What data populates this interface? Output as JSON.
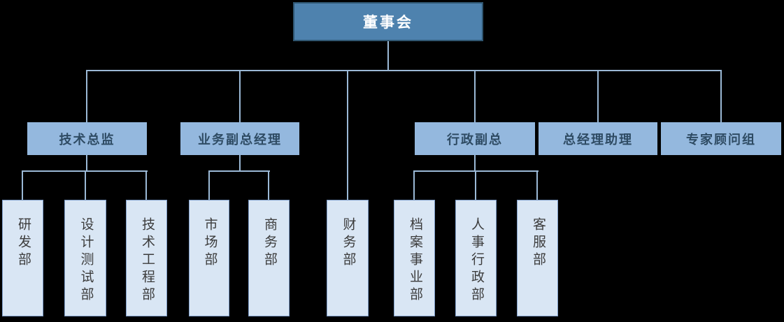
{
  "org": {
    "root": {
      "label": "董事会"
    },
    "branches": [
      {
        "label": "技术总监",
        "children": [
          "研发部",
          "设计测试部",
          "技术工程部"
        ]
      },
      {
        "label": "业务副总经理",
        "children": [
          "市场部",
          "商务部"
        ]
      },
      {
        "label": "行政副总",
        "children": [
          "档案事业部",
          "人事行政部",
          "客服部"
        ]
      },
      {
        "label": "总经理助理",
        "children": []
      },
      {
        "label": "专家顾问组",
        "children": []
      }
    ],
    "direct_departments": [
      "财务部"
    ]
  },
  "colors": {
    "background": "#000000",
    "root_fill": "#4E82AE",
    "root_border": "#2F5570",
    "root_text": "#FFFFFF",
    "manager_fill": "#94B8DE",
    "manager_text": "#2E4B63",
    "department_fill": "#D9E6F4",
    "department_border": "#7E9DC8",
    "department_text": "#3C3C3C",
    "connector": "#9BB9D6"
  }
}
